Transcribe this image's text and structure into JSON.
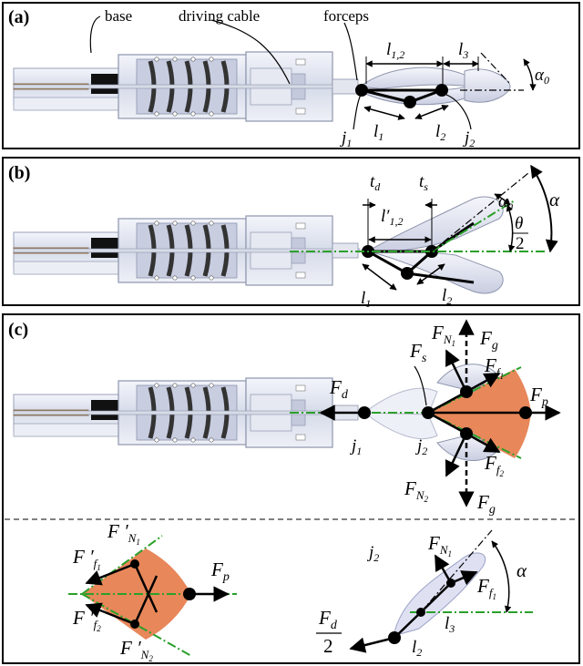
{
  "panels": {
    "a": {
      "label": "(a)"
    },
    "b": {
      "label": "(b)"
    },
    "c": {
      "label": "(c)"
    }
  },
  "parts": {
    "base": "base",
    "driving_cable": "driving cable",
    "forceps": "forceps"
  },
  "symbols": {
    "l12": "l",
    "l12_sub": "1,2",
    "l3": "l",
    "l3_sub": "3",
    "l1": "l",
    "l1_sub": "1",
    "l2": "l",
    "l2_sub": "2",
    "j1": "j",
    "j1_sub": "1",
    "j2": "j",
    "j2_sub": "2",
    "alpha0": "α",
    "alpha0_sub": "0",
    "alpha": "α",
    "td": "t",
    "td_sub": "d",
    "ts": "t",
    "ts_sub": "s",
    "l12p": "l′",
    "theta_num": "θ",
    "theta_den": "2",
    "Fd": "F",
    "Fd_sub": "d",
    "Fs": "F",
    "Fs_sub": "s",
    "FN1": "F",
    "FN1_sub": "N",
    "FN1_subsub": "1",
    "FN2_sub": "N",
    "FN2_subsub": "2",
    "Fg": "F",
    "Fg_sub": "g",
    "Ff1_sub": "f",
    "Ff1_subsub": "1",
    "Ff2_sub": "f",
    "Ff2_subsub": "2",
    "Fp": "F",
    "Fp_sub": "p",
    "Fprime": "F ′",
    "half_num": "F",
    "half_num_sub": "d",
    "half_den": "2"
  },
  "colors": {
    "sector": "#e8875a",
    "centerline": "#2aa02a",
    "housing": "#dfe3ef",
    "spring": "#3a3a3a",
    "rod": "#b08a5a",
    "cap": "#111111"
  }
}
